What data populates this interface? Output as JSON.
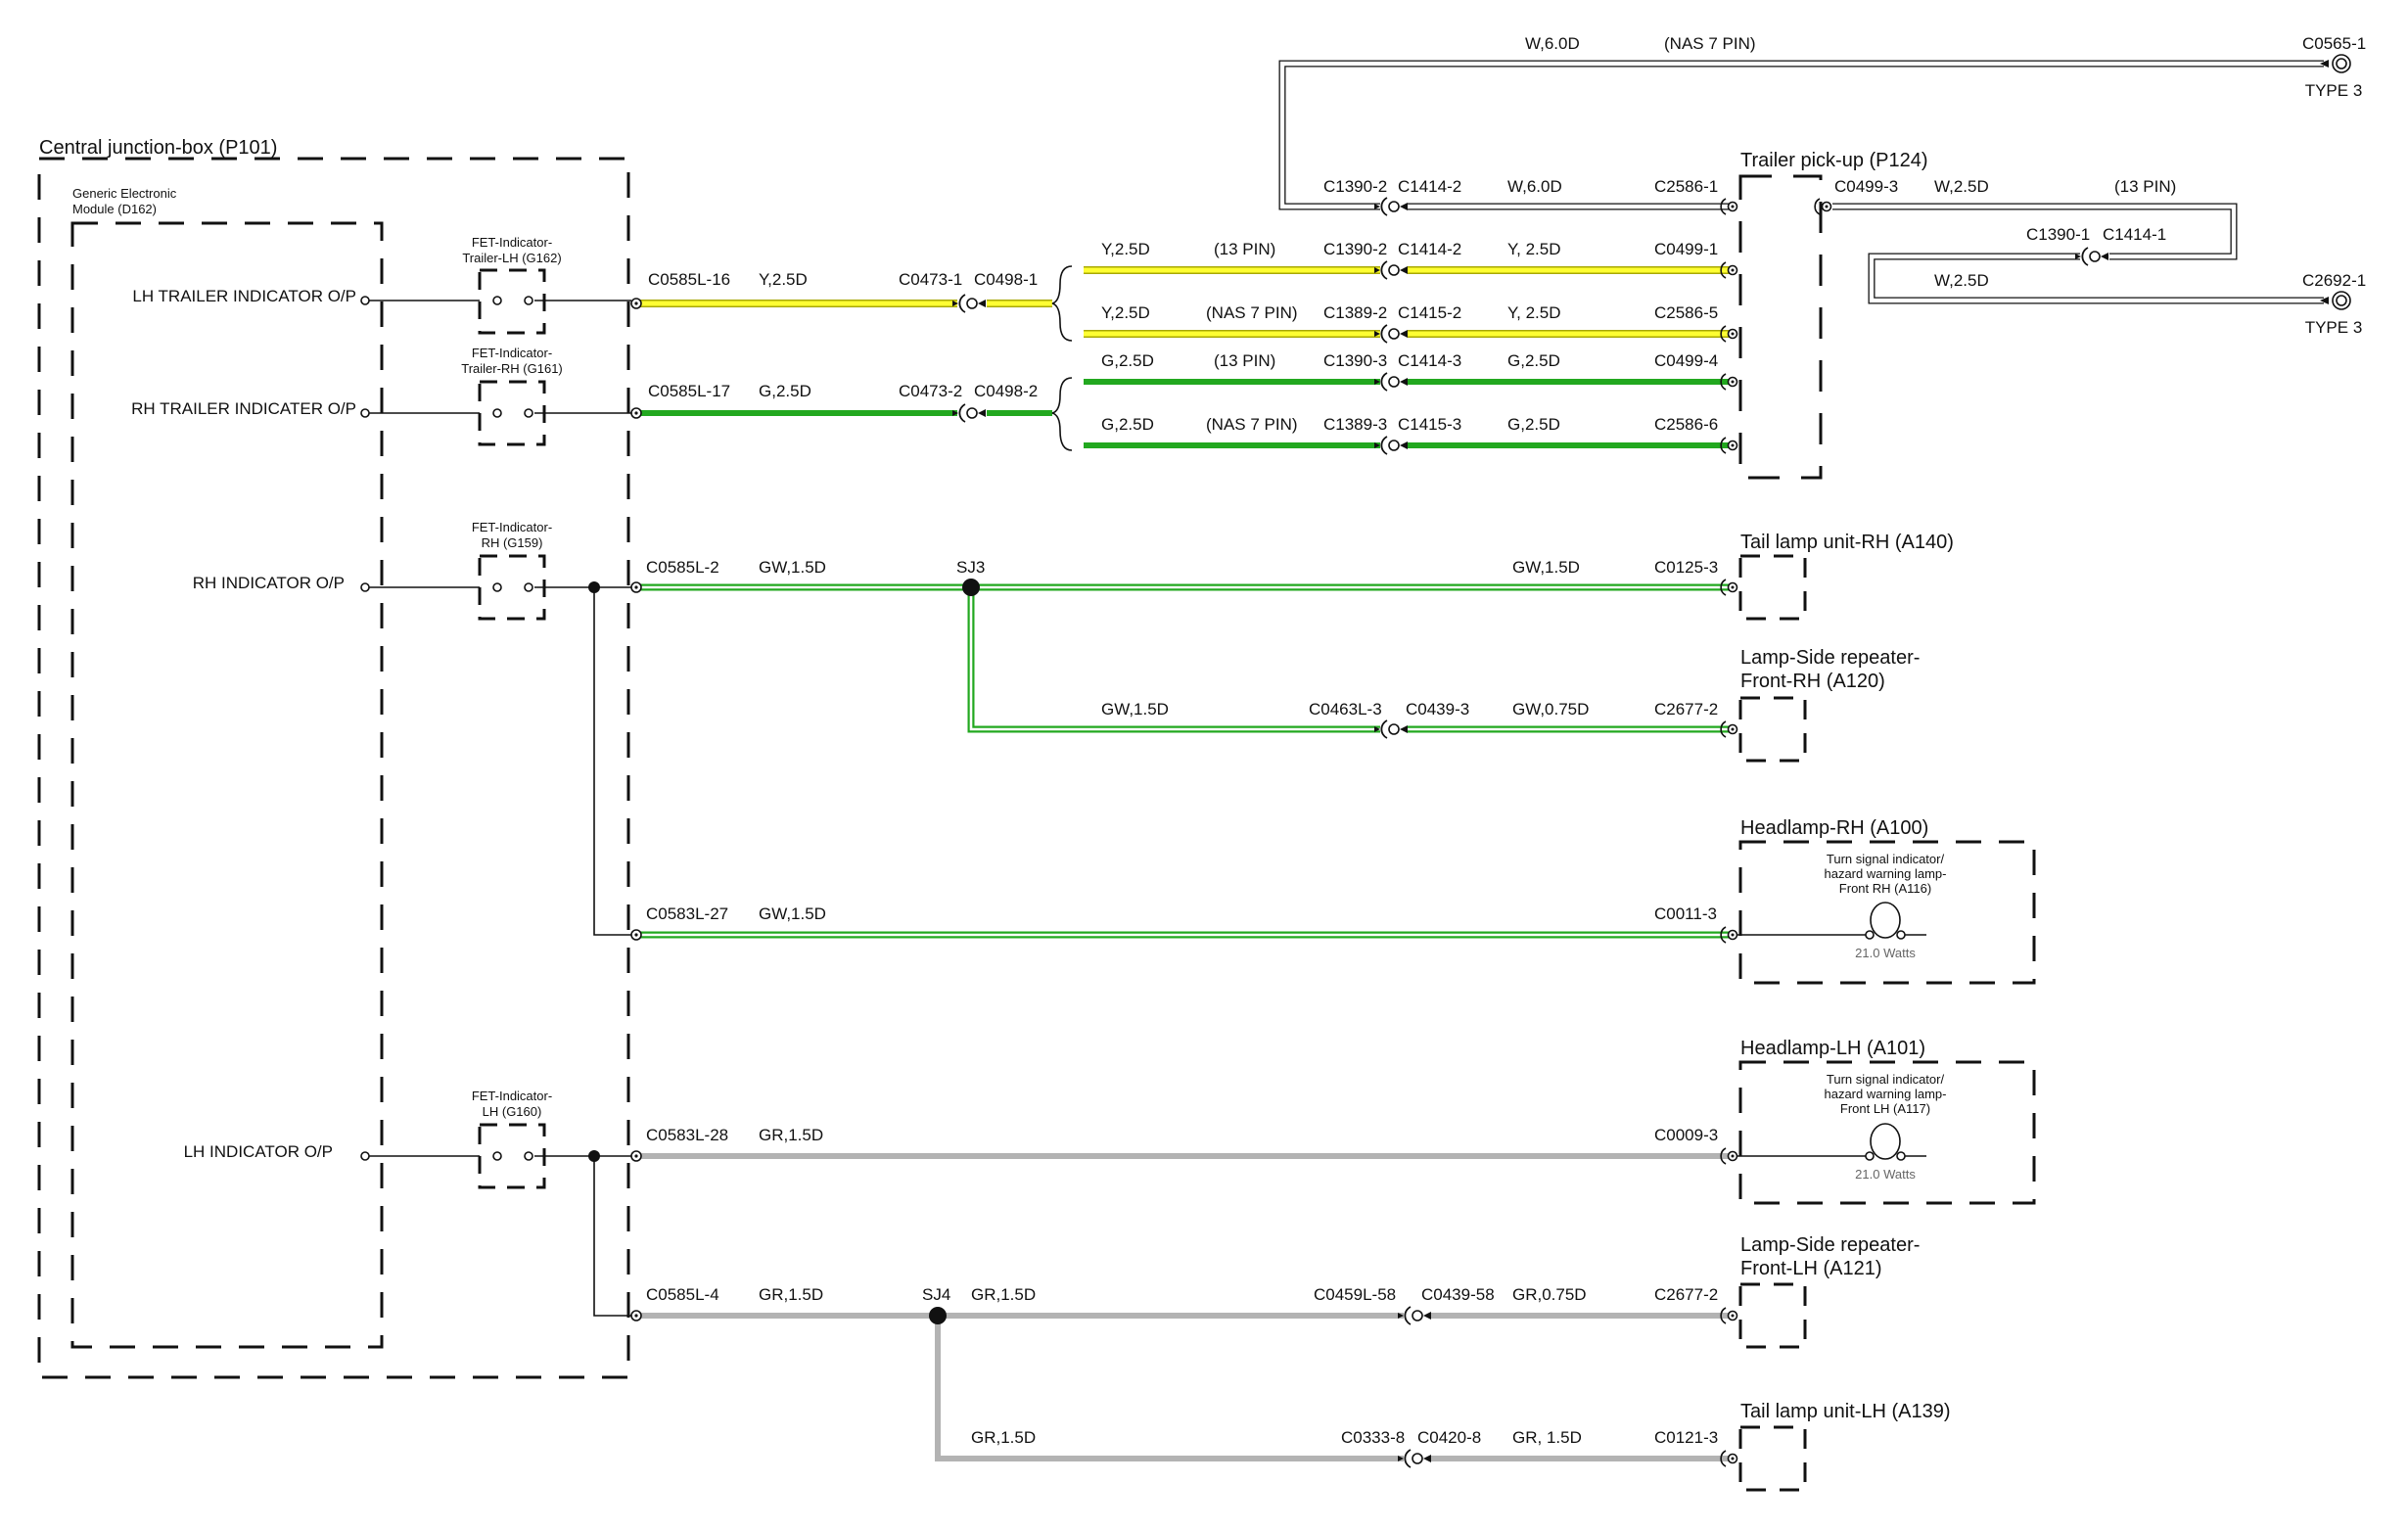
{
  "colors": {
    "yellow": "#ffff33",
    "yellow_edge": "#a8a800",
    "green": "#22a81f",
    "grey": "#b3b3b3",
    "white_wire": "#ffffff",
    "ink": "#111111"
  },
  "boxes": {
    "central": "Central junction-box (P101)",
    "gem": [
      "Generic Electronic",
      "Module (D162)"
    ]
  },
  "outputs": {
    "lh_trailer": "LH TRAILER INDICATOR O/P",
    "rh_trailer": "RH TRAILER INDICATER O/P",
    "rh_ind": "RH INDICATOR O/P",
    "lh_ind": "LH INDICATOR O/P"
  },
  "fets": {
    "g162": [
      "FET-Indicator-",
      "Trailer-LH (G162)"
    ],
    "g161": [
      "FET-Indicator-",
      "Trailer-RH (G161)"
    ],
    "g159": [
      "FET-Indicator-",
      "RH (G159)"
    ],
    "g160": [
      "FET-Indicator-",
      "LH (G160)"
    ]
  },
  "components": {
    "p124": "Trailer pick-up (P124)",
    "a140": "Tail lamp unit-RH (A140)",
    "a120": [
      "Lamp-Side repeater-",
      "Front-RH (A120)"
    ],
    "a100": "Headlamp-RH (A100)",
    "a101": "Headlamp-LH (A101)",
    "a121": [
      "Lamp-Side repeater-",
      "Front-LH (A121)"
    ],
    "a139": "Tail lamp unit-LH (A139)",
    "a116": [
      "Turn signal indicator/",
      "hazard warning lamp-",
      "Front RH (A116)"
    ],
    "a117": [
      "Turn signal indicator/",
      "hazard warning lamp-",
      "Front LH (A117)"
    ],
    "watts": "21.0 Watts",
    "type3": "TYPE 3"
  },
  "connectors": {
    "c0585l16": "C0585L-16",
    "c0585l17": "C0585L-17",
    "c0585l2": "C0585L-2",
    "c0583l27": "C0583L-27",
    "c0583l28": "C0583L-28",
    "c0585l4": "C0585L-4",
    "c0473_1": "C0473-1",
    "c0498_1": "C0498-1",
    "c0473_2": "C0473-2",
    "c0498_2": "C0498-2",
    "c1390_2": "C1390-2",
    "c1414_2": "C1414-2",
    "c1389_2": "C1389-2",
    "c1415_2": "C1415-2",
    "c1390_3": "C1390-3",
    "c1414_3": "C1414-3",
    "c1389_3": "C1389-3",
    "c1415_3": "C1415-3",
    "c1390_1": "C1390-1",
    "c1414_1": "C1414-1",
    "c0499_1": "C0499-1",
    "c2586_5": "C2586-5",
    "c0499_4": "C0499-4",
    "c2586_6": "C2586-6",
    "c2586_1": "C2586-1",
    "c0499_3": "C0499-3",
    "c0565_1": "C0565-1",
    "c2692_1": "C2692-1",
    "c0125_3": "C0125-3",
    "c0463l_3": "C0463L-3",
    "c0439_3": "C0439-3",
    "c2677_2": "C2677-2",
    "c0011_3": "C0011-3",
    "c0009_3": "C0009-3",
    "c0459l_58": "C0459L-58",
    "c0439_58": "C0439-58",
    "c0333_8": "C0333-8",
    "c0420_8": "C0420-8",
    "c0121_3": "C0121-3",
    "sj3": "SJ3",
    "sj4": "SJ4"
  },
  "wires": {
    "w60d": "W,6.0D",
    "w25d": "W,2.5D",
    "y25d": "Y,2.5D",
    "y25d_sp": "Y, 2.5D",
    "g25d": "G,2.5D",
    "gw15d": "GW,1.5D",
    "gw075d": "GW,0.75D",
    "gr15d": "GR,1.5D",
    "gr075d": "GR,0.75D",
    "gr15d_sp": "GR, 1.5D",
    "nas7": "(NAS 7 PIN)",
    "pin13": "(13 PIN)"
  }
}
